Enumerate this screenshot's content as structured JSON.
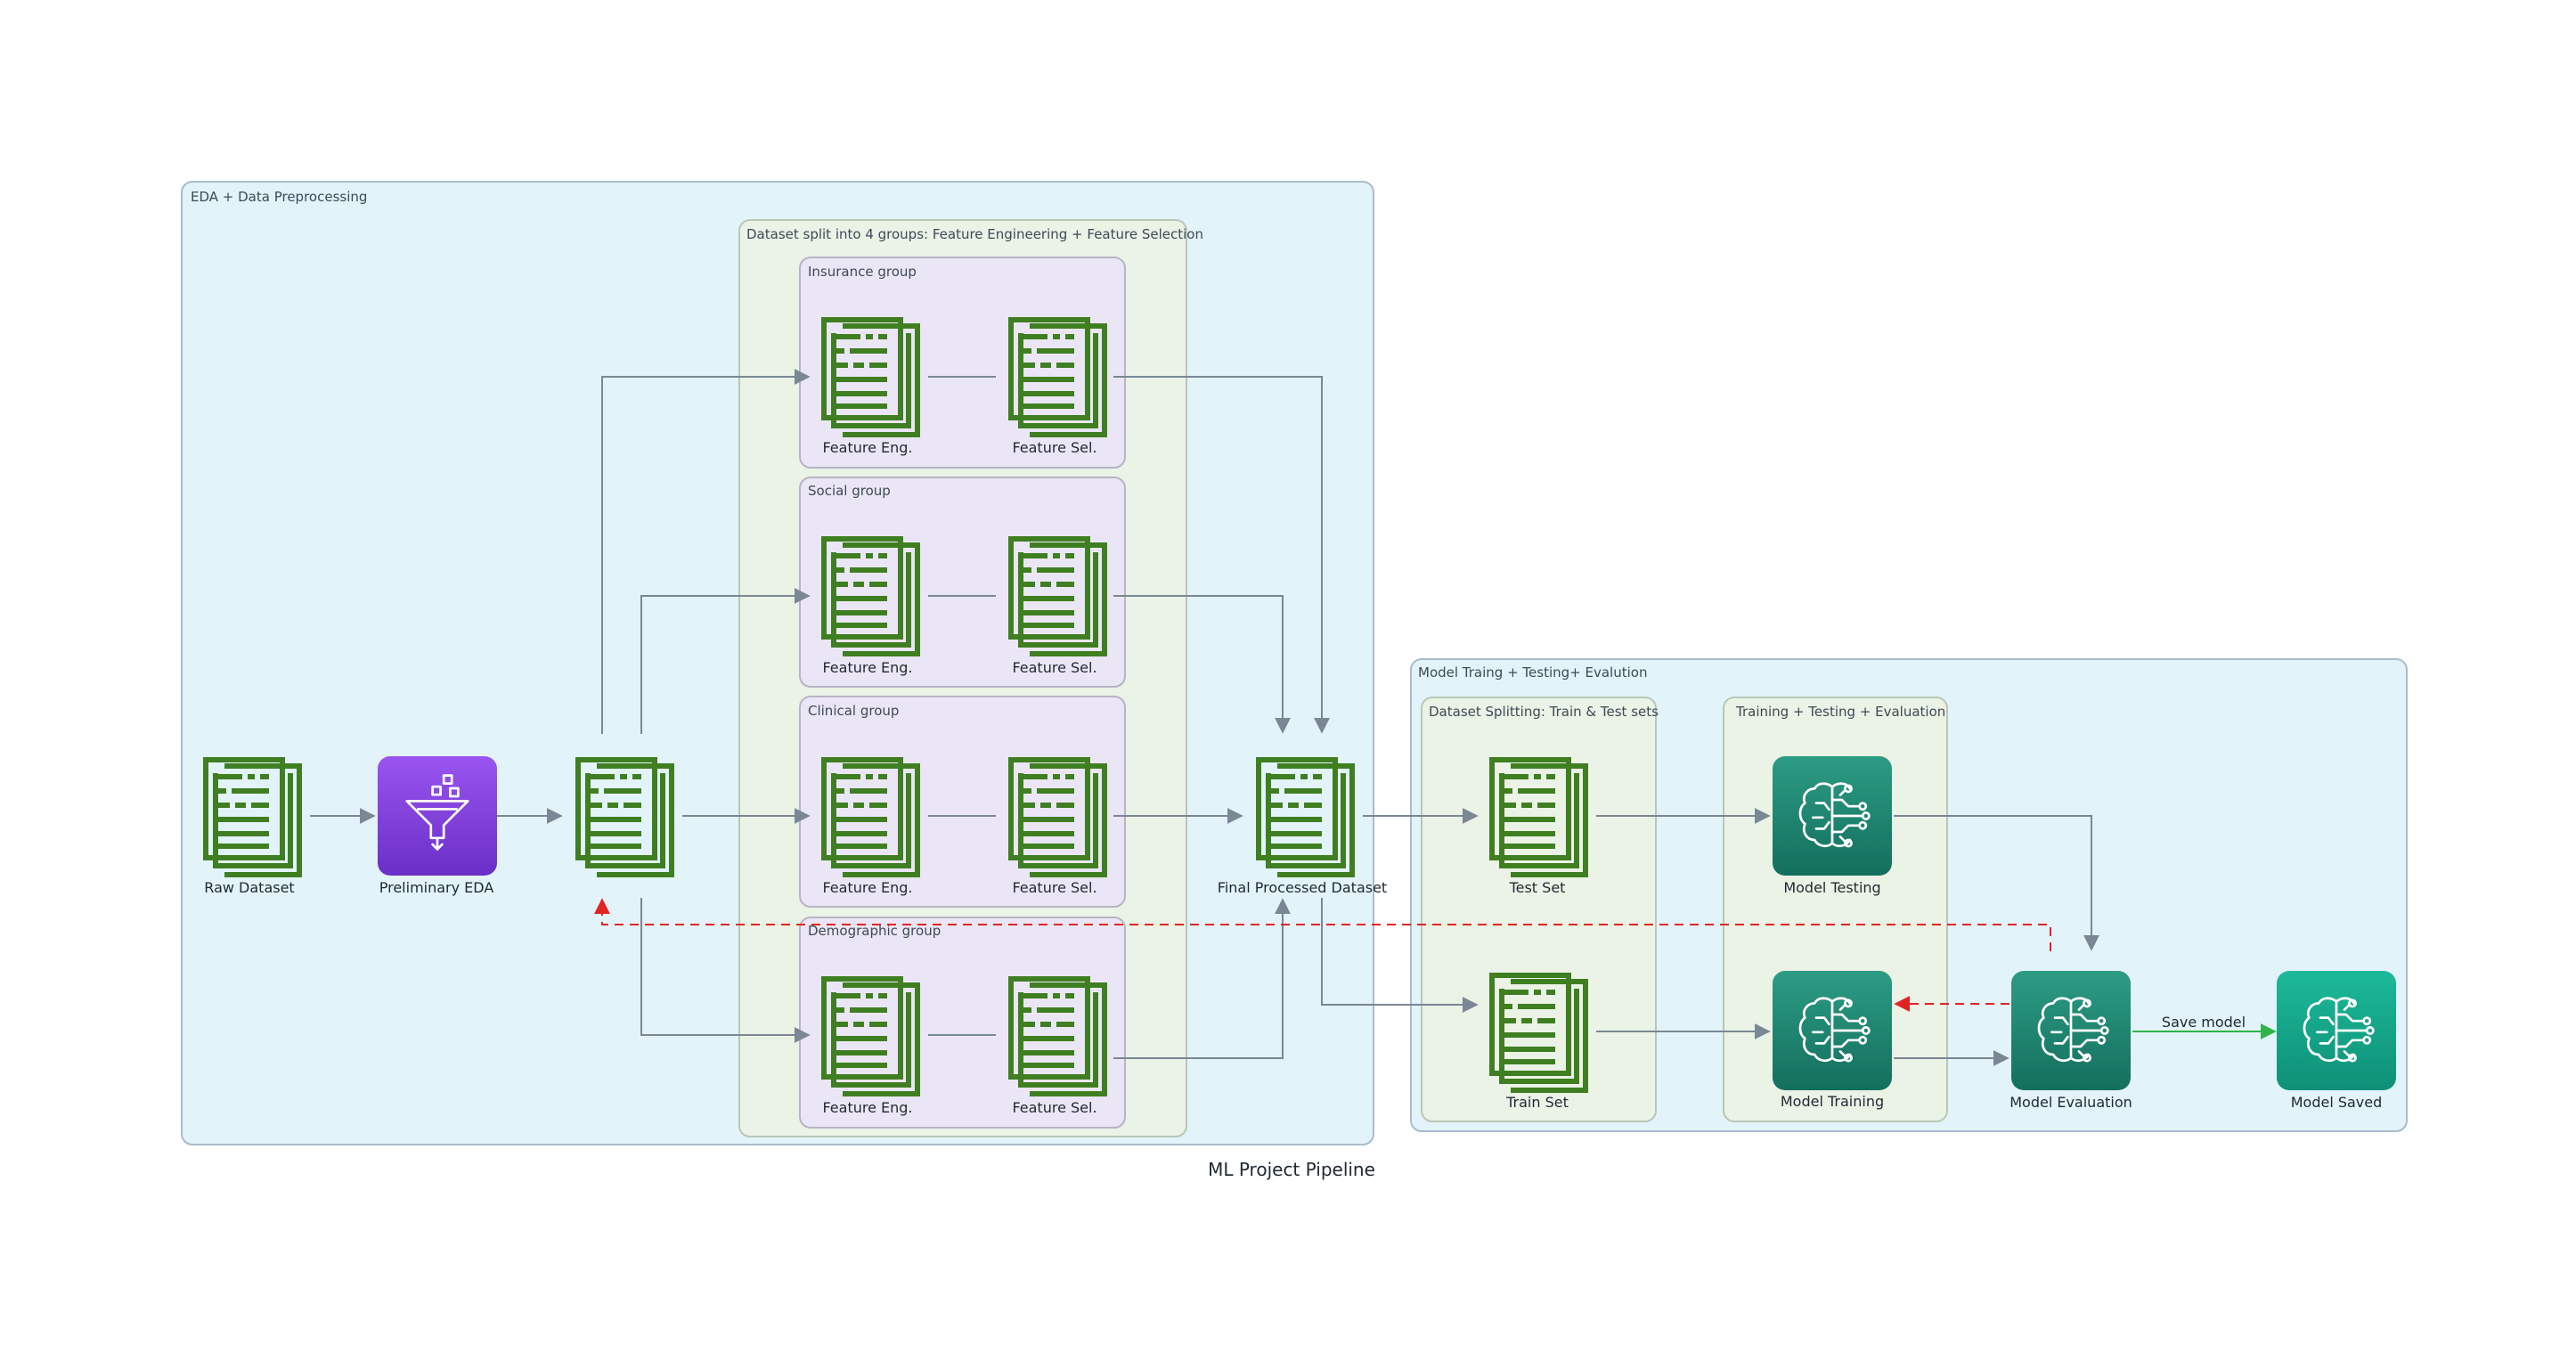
{
  "title": "ML Project Pipeline",
  "clusters": {
    "eda": "EDA + Data Preprocessing",
    "split_groups": "Dataset split into 4 groups: Feature Engineering + Feature Selection",
    "insurance": "Insurance group",
    "social": "Social group",
    "clinical": "Clinical group",
    "demographic": "Demographic group",
    "model": "Model Traing + Testing+ Evalution",
    "splitting": "Dataset Splitting: Train & Test sets",
    "training": "Training + Testing + Evaluation"
  },
  "nodes": {
    "raw_dataset": "Raw Dataset",
    "preliminary_eda": "Preliminary EDA",
    "insurance_fe": "Feature Eng.",
    "insurance_fs": "Feature Sel.",
    "social_fe": "Feature Eng.",
    "social_fs": "Feature Sel.",
    "clinical_fe": "Feature Eng.",
    "clinical_fs": "Feature Sel.",
    "demographic_fe": "Feature Eng.",
    "demographic_fs": "Feature Sel.",
    "final_dataset": "Final Processed Dataset",
    "test_set": "Test Set",
    "train_set": "Train Set",
    "model_testing": "Model Testing",
    "model_training": "Model Training",
    "model_evaluation": "Model Evaluation",
    "model_saved": "Model Saved"
  },
  "edges": {
    "save_model": "Save model"
  },
  "colors": {
    "eda_bg": "#e3f3fa",
    "split_bg": "#ebf2e6",
    "group_bg": "#ebe6f5",
    "doc_green": "#3f7f22",
    "eda_purple": "#7d3ddb",
    "sagemaker_teal": "#1e8b76",
    "saved_teal": "#15a58b",
    "edge_gray": "#7b8794",
    "feedback_red": "#e02424",
    "save_green": "#2fb44a"
  },
  "icons": {
    "document": "document-icon",
    "eda": "funnel-filter-icon",
    "model": "brain-circuit-icon"
  }
}
